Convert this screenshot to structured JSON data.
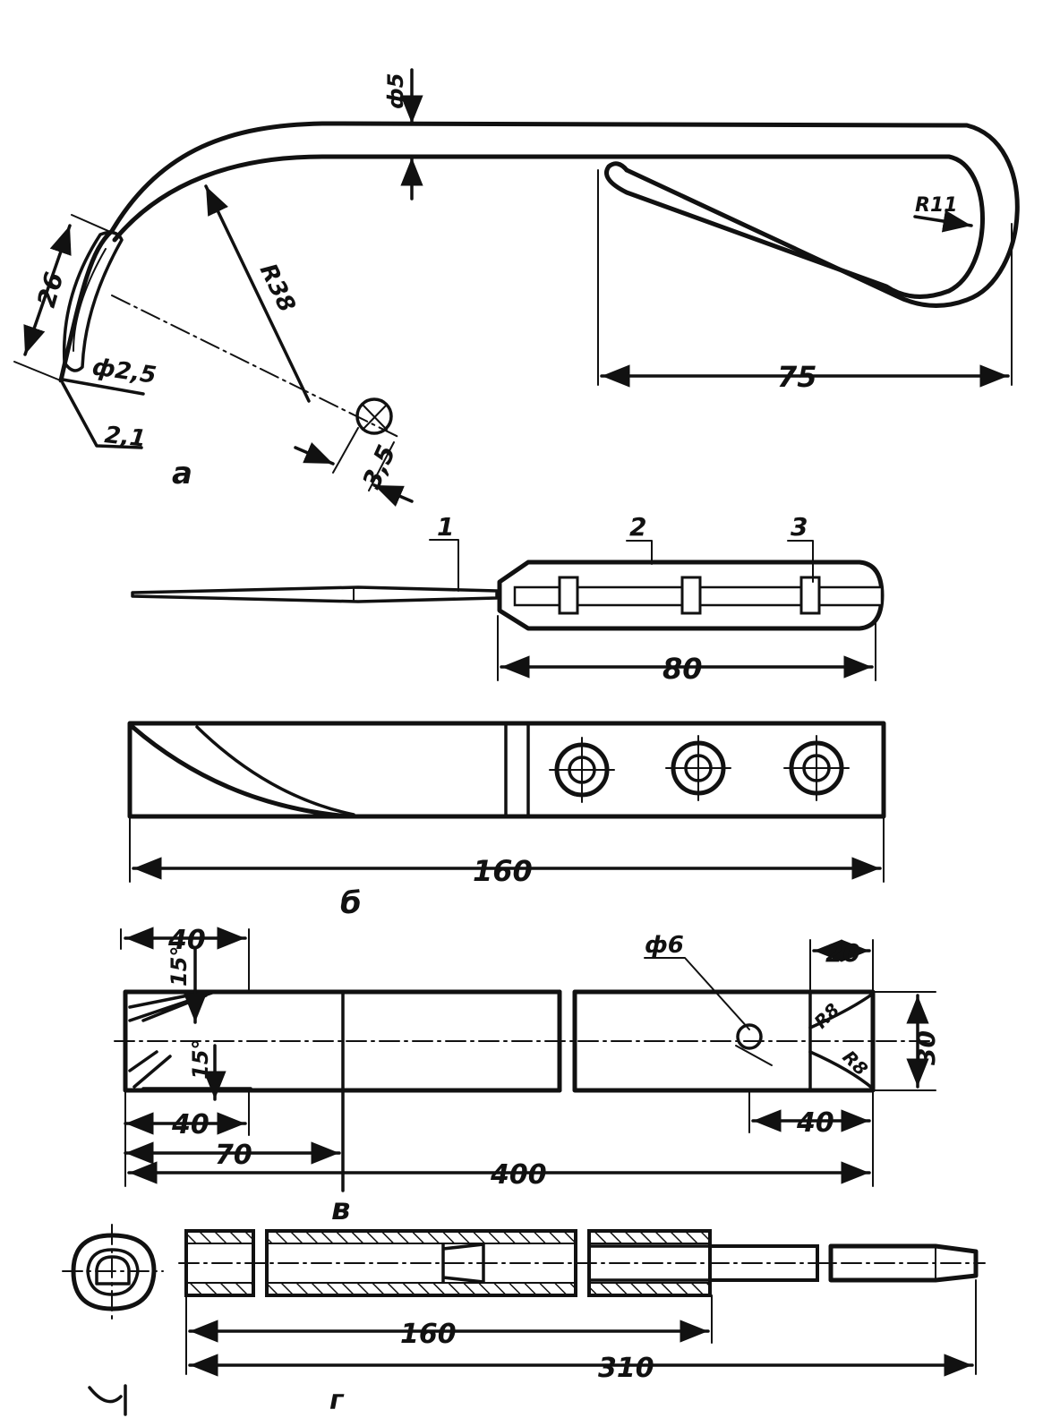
{
  "figure_a": {
    "label": "а",
    "dims": {
      "dia_5": "ф5",
      "r11": "R11",
      "r38": "R38",
      "d75": "75",
      "d26": "26",
      "dia_25": "ф2,5",
      "d21": "2,1",
      "d35": "3,5"
    }
  },
  "figure_b": {
    "label": "б",
    "callouts": [
      "1",
      "2",
      "3"
    ],
    "dims": {
      "d80": "80",
      "d160": "160"
    }
  },
  "figure_v": {
    "label": "в",
    "dims": {
      "d40a": "40",
      "ang15a": "15°",
      "ang15b": "15°",
      "d40b": "40",
      "d70": "70",
      "d400": "400",
      "dia_6": "ф6",
      "d20": "20",
      "r8a": "R8",
      "r8b": "R8",
      "d30": "30",
      "d40c": "40"
    }
  },
  "figure_g": {
    "label": "г",
    "dims": {
      "d160": "160",
      "d310": "310"
    }
  },
  "colors": {
    "ink": "#111111",
    "paper": "#ffffff"
  }
}
